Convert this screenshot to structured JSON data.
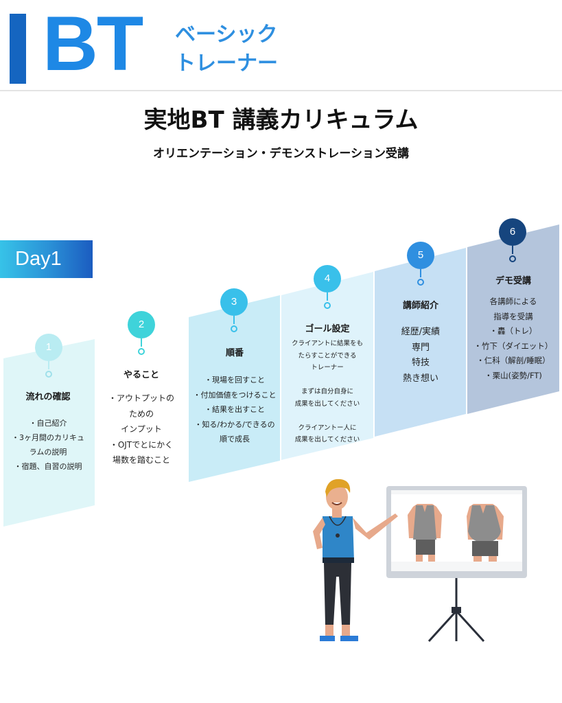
{
  "header": {
    "logo_text": "BT",
    "logo_sub_line1": "ベーシック",
    "logo_sub_line2": "トレーナー"
  },
  "title": "実地BT 講義カリキュラム",
  "subtitle": "オリエンテーション・デモンストレーション受講",
  "day_label": "Day1",
  "steps": [
    {
      "number": "1",
      "title": "流れの確認",
      "body": "・自己紹介\n・3ヶ月間のカリキュ\nラムの説明\n・宿題、自習の説明"
    },
    {
      "number": "2",
      "title": "やること",
      "body": "・アウトプットの\nための\nインプット\n・OJTでとにかく\n場数を踏むこと"
    },
    {
      "number": "3",
      "title": "順番",
      "body": "・現場を回すこと\n・付加価値をつけること\n・結果を出すこと\n・知る/わかる/できるの\n順で成長"
    },
    {
      "number": "4",
      "title": "ゴール設定",
      "body": "クライアントに結果をも\nたらすことができる\nトレーナー\n\nまずは自分自身に\n成果を出してください\n\nクライアントー人に\n成果を出してください"
    },
    {
      "number": "5",
      "title": "講師紹介",
      "body": "経歴/実績\n専門\n特技\n熱き想い"
    },
    {
      "number": "6",
      "title": "デモ受講",
      "body": "各講師による\n指導を受講\n・轟（トレ）\n・竹下（ダイエット）\n・仁科（解剖/睡眠）\n・栗山(姿勢/FT)"
    }
  ],
  "colors": {
    "brand_dark": "#1565c0",
    "brand": "#1e88e5",
    "panel1": "#dff6f8",
    "panel2": "#ffffff",
    "panel3": "#c9ecf7",
    "panel4": "#dff3fb",
    "panel5": "#c6e0f4",
    "panel6": "#b4c5dc"
  }
}
